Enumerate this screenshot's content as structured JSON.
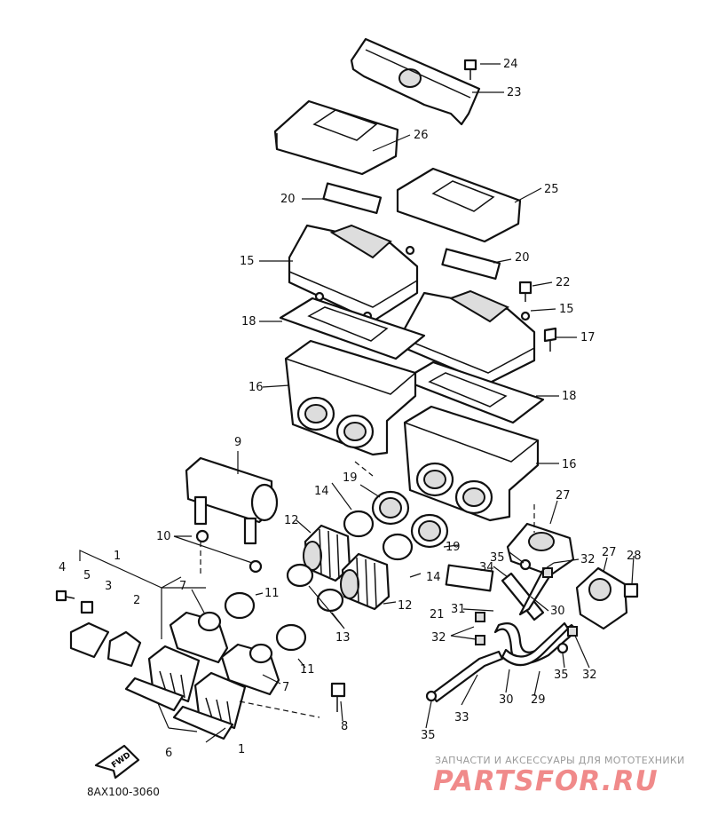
{
  "diagram": {
    "reference_code": "8AX100-3060",
    "fwd_arrow_label": "FWD",
    "callouts": [
      "1",
      "2",
      "3",
      "4",
      "5",
      "6",
      "7",
      "8",
      "9",
      "10",
      "11",
      "12",
      "13",
      "14",
      "15",
      "16",
      "17",
      "18",
      "19",
      "20",
      "21",
      "22",
      "23",
      "24",
      "25",
      "26",
      "27",
      "28",
      "29",
      "30",
      "31",
      "32",
      "33",
      "34",
      "35"
    ]
  },
  "watermark": {
    "caption": "ЗАПЧАСТИ И АКСЕССУАРЫ ДЛЯ МОТОТЕХНИКИ",
    "logo": "PARTSFOR.RU"
  },
  "colors": {
    "line": "#111111",
    "watermark_caption": "#9a9a9a",
    "watermark_logo": "#f08a8a"
  }
}
